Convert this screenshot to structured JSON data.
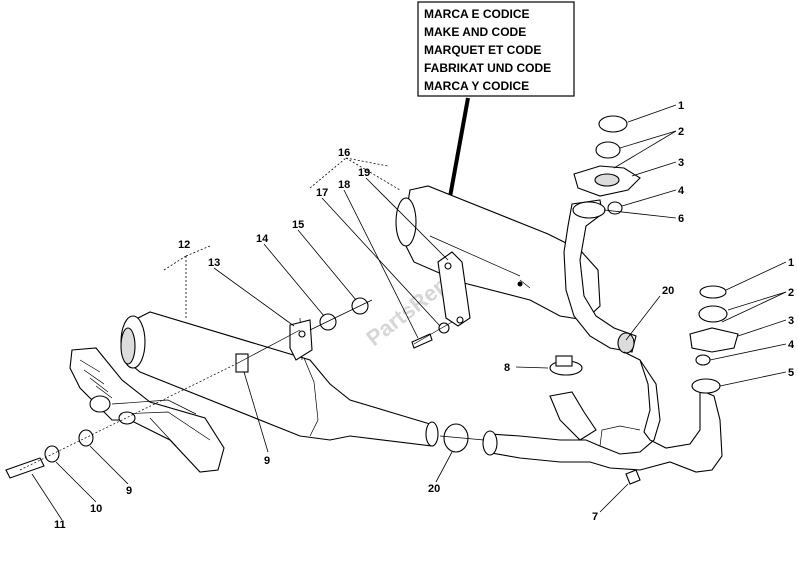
{
  "note_box": {
    "lines": [
      "MARCA E CODICE",
      "MAKE AND CODE",
      "MARQUET ET CODE",
      "FABRIKAT UND CODE",
      "MARCA Y CODICE"
    ]
  },
  "callouts": {
    "c1a": "1",
    "c2a": "2",
    "c3a": "3",
    "c4a": "4",
    "c6": "6",
    "c1b": "1",
    "c2b": "2",
    "c3b": "3",
    "c4b": "4",
    "c5": "5",
    "c7": "7",
    "c8": "8",
    "c9a": "9",
    "c9b": "9",
    "c10": "10",
    "c11": "11",
    "c12": "12",
    "c13": "13",
    "c14": "14",
    "c15": "15",
    "c16": "16",
    "c17": "17",
    "c18": "18",
    "c19": "19",
    "c20a": "20",
    "c20b": "20"
  },
  "watermark": "PartsRepublik"
}
